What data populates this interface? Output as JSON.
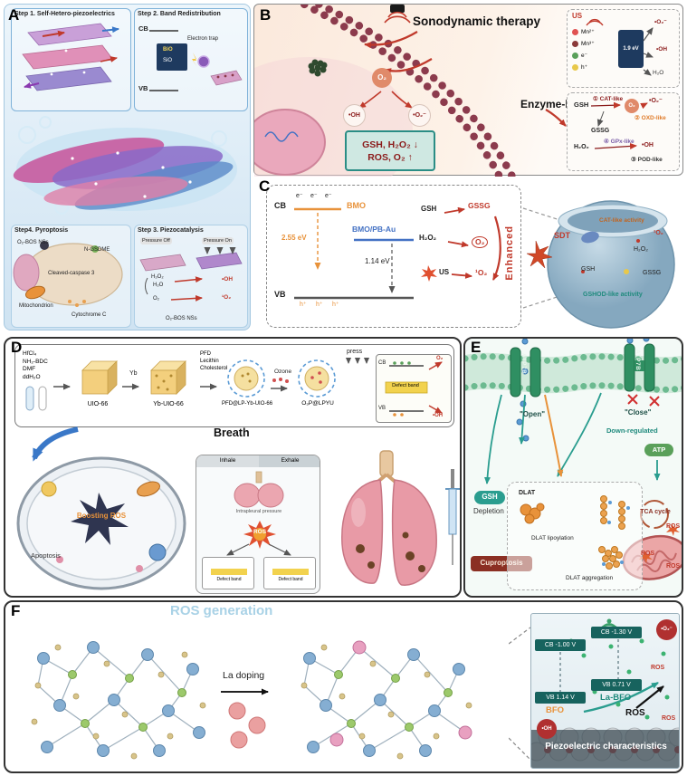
{
  "panels": {
    "A": {
      "label": "A",
      "step1_title": "Step 1. Self-Hetero-piezoelectrics",
      "step2_title": "Step 2. Band Redistribution",
      "step2": {
        "cb": "CB",
        "vb": "VB",
        "bio": "BiO",
        "sio": "SiO",
        "electron_trap": "Electron trap"
      },
      "step3_title": "Step 3. Piezocatalysis",
      "step3": {
        "pressure_off": "Pressure Off",
        "pressure_on": "Pressure On",
        "h2o2": "H₂O₂",
        "h2o": "H₂O",
        "o2": "O₂",
        "oh": "•OH",
        "singlet_o2": "¹O₂",
        "caption": "O₂-BOS NSs"
      },
      "step4_title": "Step4. Pyroptosis",
      "step4": {
        "o2_bos": "O₂-BOS NSs",
        "n_gsdme": "N-GSDME",
        "cleaved_caspase": "Cleaved-caspase 3",
        "mitochondrion": "Mitochondrion",
        "cytochrome_c": "Cytochrome C"
      }
    },
    "B": {
      "label": "B",
      "title": "Sonodynamic therapy",
      "enzyme_like": "Enzyme-like",
      "o2": "O₂",
      "oh": "•OH",
      "superoxide": "•O₂⁻",
      "redox_box": {
        "line1": "GSH, H₂O₂ ↓",
        "line2": "ROS, O₂ ↑",
        "border_color": "#2a8d85",
        "text_color": "#8b1a1a"
      },
      "band_box": {
        "us": "US",
        "legend": [
          {
            "label": "Mn²⁺",
            "color": "#e05252"
          },
          {
            "label": "Mn³⁺",
            "color": "#8b3a3a"
          },
          {
            "label": "e⁻",
            "color": "#5aa05a"
          },
          {
            "label": "h⁺",
            "color": "#e8c84a"
          }
        ],
        "gap": "1.9 eV",
        "superoxide": "•O₂⁻",
        "oh": "•OH",
        "h2o": "H₂O"
      },
      "enzyme_box": {
        "gsh": "GSH",
        "cat_like": "① CAT-like",
        "o2": "O₂",
        "superoxide": "•O₂⁻",
        "oxd_like": "② OXD-like",
        "gssg": "GSSG",
        "h2o2": "H₂O₂",
        "gpx_like": "④ GPx-like",
        "oh": "•OH",
        "pod_like": "③ POD-like"
      }
    },
    "C": {
      "label": "C",
      "cb": "CB",
      "vb": "VB",
      "e": "e⁻",
      "h": "h⁺",
      "bmo": "BMO",
      "gap1": "2.55 eV",
      "bmo_pb_au": "BMO/PB-Au",
      "gap2": "1.14 eV",
      "gsh": "GSH",
      "gssg": "GSSG",
      "h2o2": "H₂O₂",
      "o2": "O₂",
      "us": "US",
      "singlet_o2": "¹O₂",
      "enhanced": "Enhanced",
      "bowl": {
        "sdt": "SDT",
        "cat_activity": "CAT-like activity",
        "singlet_o2": "¹O₂",
        "h2o2": "H₂O₂",
        "gsh": "GSH",
        "gssg": "GSSG",
        "gshod_activity": "GSHOD-like activity"
      }
    },
    "D": {
      "label": "D",
      "flow": {
        "reagents": [
          "HfCl₄",
          "NH₂-BDC",
          "DMF",
          "ddH₂O"
        ],
        "uio66": "UIO-66",
        "yb": "Yb",
        "yb_uio66": "Yb-UIO-66",
        "pfd": "PFD",
        "lecithin": "Lecithin",
        "cholesterol": "Cholesterol",
        "pfd_lp": "PFD@LP-Yb-UIO-66",
        "ozone": "Ozone",
        "o3p": "O₃P@LPYU",
        "press": "press",
        "cb": "CB",
        "vb": "VB",
        "defect_band": "Defect band",
        "o2": "O₂",
        "oh": "•OH"
      },
      "breath": "Breath",
      "cell": {
        "apoptosis": "Apoptosis",
        "boosting_ros": "Boosting ROS"
      },
      "pressure_box": {
        "inhale": "Inhale",
        "exhale": "Exhale",
        "intrapleural": "Intrapleural pressure",
        "defect_band": "Defect band",
        "ros": "ROS"
      }
    },
    "E": {
      "label": "E",
      "atp7b": "ATP7B",
      "open": "\"Open\"",
      "close": "\"Close\"",
      "down_regulated": "Down-regulated",
      "gsh": "GSH",
      "depletion": "Depletion",
      "cuproptosis": "Cuproptosis",
      "dlat": "DLAT",
      "dlat_lipoylation": "DLAT lipoylation",
      "dlat_aggregation": "DLAT aggregation",
      "atp": "ATP",
      "tca_cycle": "TCA cycle",
      "ros": "ROS"
    },
    "F": {
      "label": "F",
      "title": "ROS generation",
      "la_doping": "La doping",
      "band": {
        "cb_bfo": "CB -1.00 V",
        "cb_labfo": "CB -1.30 V",
        "vb_bfo": "VB 1.14 V",
        "vb_labfo": "VB 0.71 V",
        "bfo": "BFO",
        "labfo": "La-BFO",
        "ros": "ROS",
        "superoxide": "•O₂⁻",
        "oh": "•OH",
        "ros_red": "ROS",
        "caption": "Piezoelectric characteristics",
        "bfo_color": "#e8923a",
        "labfo_color": "#1f8a7d"
      }
    }
  }
}
